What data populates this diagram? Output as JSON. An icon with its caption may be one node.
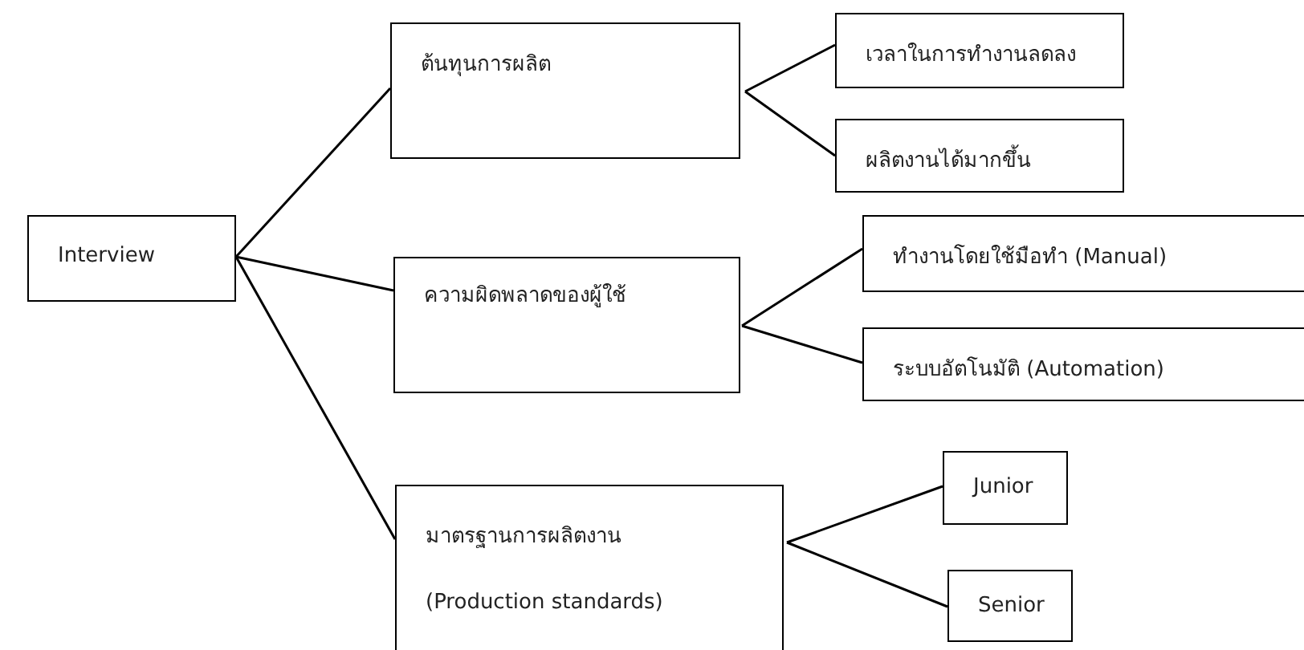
{
  "diagram": {
    "nodes": [
      {
        "text": [
          "Interview"
        ]
      },
      {
        "text": [
          "ต้นทุนการผลิต"
        ]
      },
      {
        "text": [
          "เวลาในการทำงานลดลง"
        ]
      },
      {
        "text": [
          "ผลิตงานได้มากขึ้น"
        ]
      },
      {
        "text": [
          "ความผิดพลาดของผู้ใช้"
        ]
      },
      {
        "text": [
          "ทำงานโดยใช้มือทำ (Manual)"
        ]
      },
      {
        "text": [
          "ระบบอัตโนมัติ (Automation)"
        ]
      },
      {
        "text": [
          "มาตรฐานการผลิตงาน",
          "(Production standards)"
        ]
      },
      {
        "text": [
          "Junior"
        ]
      },
      {
        "text": [
          "Senior"
        ]
      }
    ],
    "edges": [
      {
        "from": 0,
        "to": 1,
        "arrow": "none"
      },
      {
        "from": 0,
        "to": 4,
        "arrow": "none"
      },
      {
        "from": 0,
        "to": 7,
        "arrow": "none"
      },
      {
        "from": 1,
        "to": 2,
        "arrow": "none"
      },
      {
        "from": 1,
        "to": 3,
        "arrow": "none"
      },
      {
        "from": 4,
        "to": 5,
        "arrow": "none"
      },
      {
        "from": 4,
        "to": 6,
        "arrow": "none"
      },
      {
        "from": 7,
        "to": 8,
        "arrow": "none"
      },
      {
        "from": 7,
        "to": 9,
        "arrow": "none"
      }
    ]
  }
}
